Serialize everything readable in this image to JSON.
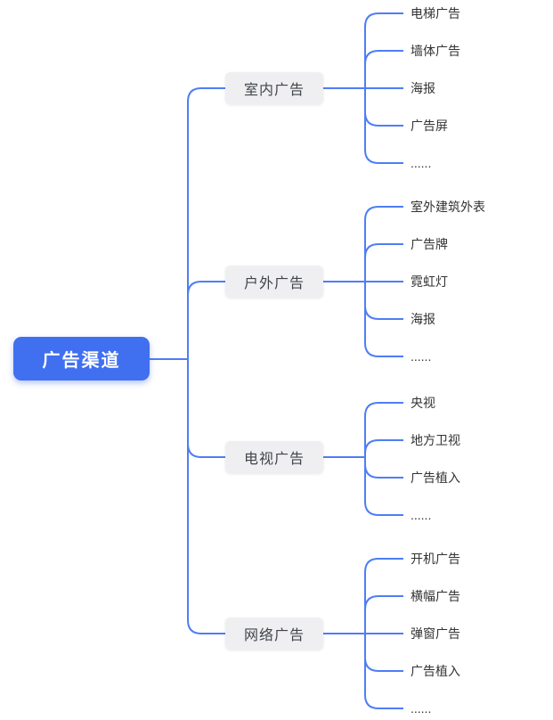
{
  "root": {
    "label": "广告渠道"
  },
  "branches": [
    {
      "label": "室内广告",
      "children": [
        "电梯广告",
        "墙体广告",
        "海报",
        "广告屏",
        "......"
      ]
    },
    {
      "label": "户外广告",
      "children": [
        "室外建筑外表",
        "广告牌",
        "霓虹灯",
        "海报",
        "......"
      ]
    },
    {
      "label": "电视广告",
      "children": [
        "央视",
        "地方卫视",
        "广告植入",
        "......"
      ]
    },
    {
      "label": "网络广告",
      "children": [
        "开机广告",
        "横幅广告",
        "弹窗广告",
        "广告植入",
        "......"
      ]
    }
  ],
  "colors": {
    "background": "#FFFFFF",
    "line": "#4E7EF5",
    "root_bg": "#406FF0",
    "root_text": "#FFFFFF",
    "branch_bg": "#EFEFF1",
    "branch_text": "#41454C",
    "leaf_text": "#333333"
  }
}
